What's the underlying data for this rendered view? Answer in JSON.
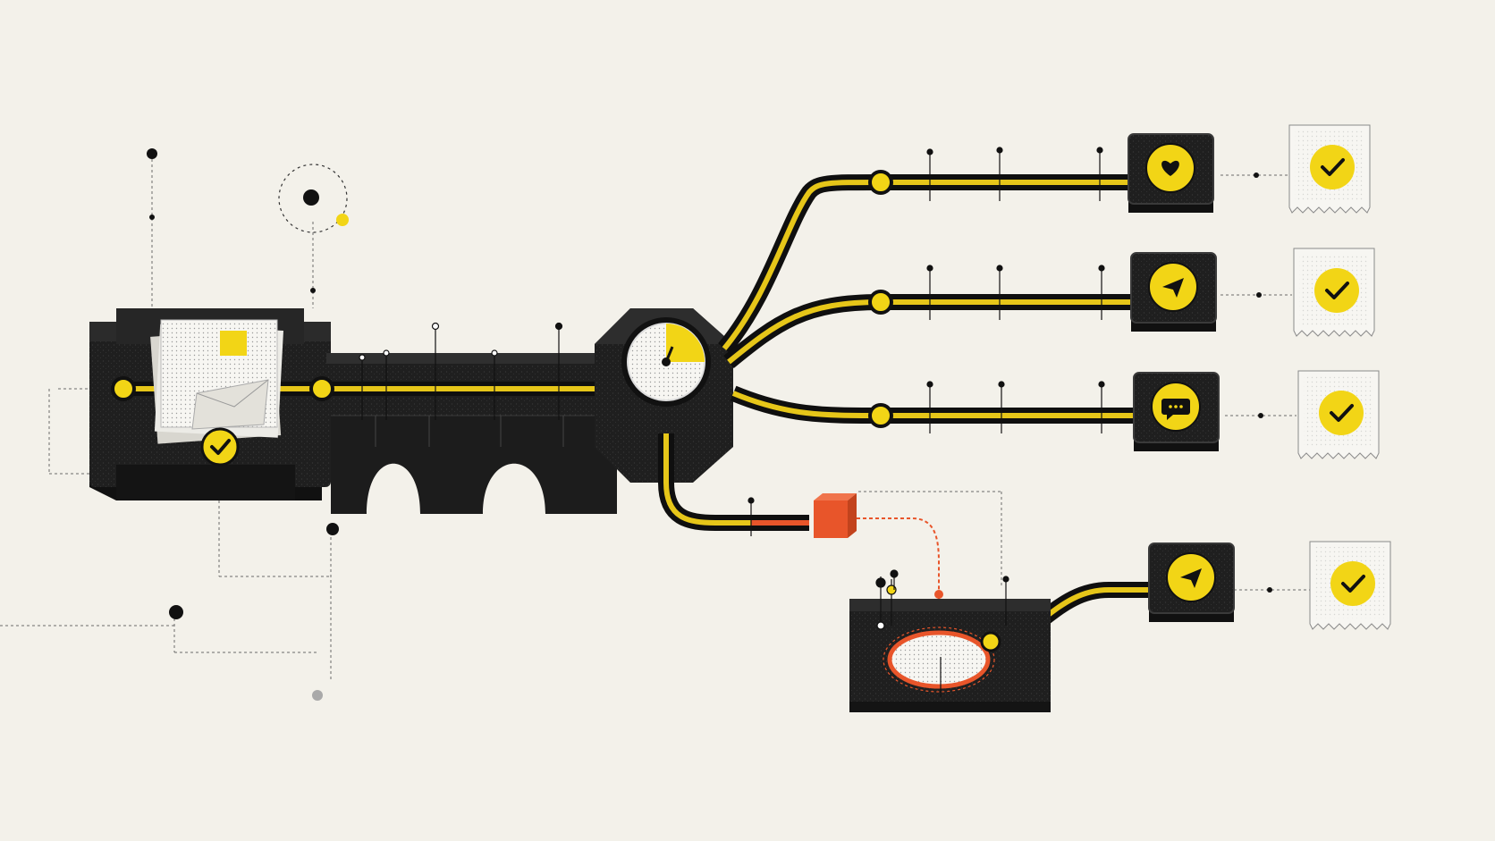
{
  "colors": {
    "background": "#f3f1ea",
    "block": "#1f1f1f",
    "block_top": "#2b2b2b",
    "track": "#e6c619",
    "accent_yellow": "#f2d516",
    "alert_red": "#e8552a",
    "paper": "#f7f6f2",
    "line": "#6b6b6b"
  },
  "source": {
    "name": "document-stack",
    "icon": "documents-icon",
    "status_icon": "check-icon"
  },
  "hub": {
    "name": "dispatch-hub",
    "icon": "gauge-icon",
    "gauge_fraction": 0.25
  },
  "channels": [
    {
      "name": "channel-heart",
      "icon": "heart-icon",
      "status_icon": "check-icon",
      "delivered": true
    },
    {
      "name": "channel-send",
      "icon": "paper-plane-icon",
      "status_icon": "check-icon",
      "delivered": true
    },
    {
      "name": "channel-chat",
      "icon": "chat-bubble-icon",
      "status_icon": "check-icon",
      "delivered": true
    },
    {
      "name": "channel-retry",
      "icon": "paper-plane-icon",
      "status_icon": "check-icon",
      "delivered": true
    }
  ],
  "error_branch": {
    "node_icon": "error-cube-icon",
    "queue_icon": "retry-ring-icon"
  }
}
